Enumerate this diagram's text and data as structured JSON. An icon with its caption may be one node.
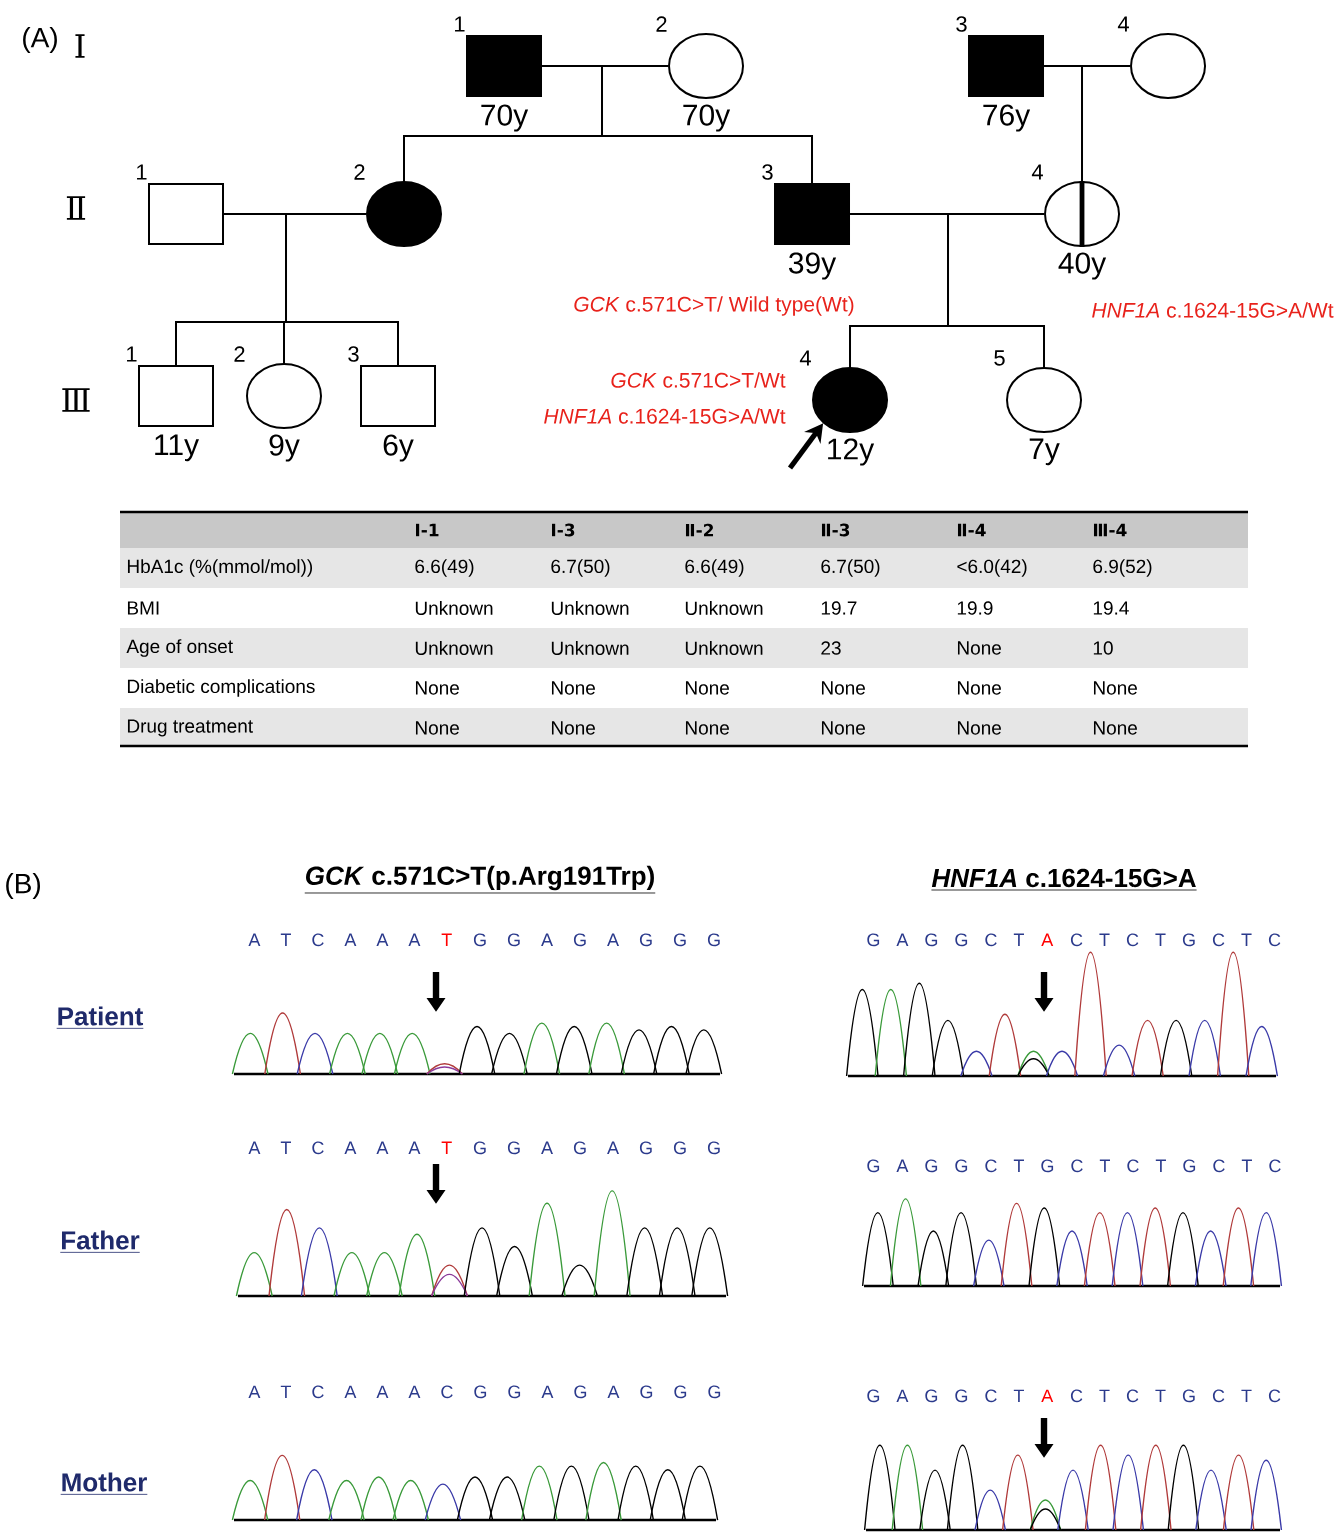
{
  "diagram": {
    "nodes": [
      {
        "text": [],
        "shape": "box",
        "beside": [
          "1",
          "70y"
        ]
      },
      {
        "text": [],
        "shape": "circle",
        "beside": [
          "2",
          "70y"
        ]
      },
      {
        "text": [],
        "shape": "box",
        "beside": [
          "3",
          "76y"
        ]
      },
      {
        "text": [],
        "shape": "circle",
        "beside": [
          "4"
        ]
      },
      {
        "text": [],
        "shape": "box",
        "beside": [
          "1"
        ]
      },
      {
        "text": [],
        "shape": "circle",
        "beside": [
          "2"
        ]
      },
      {
        "text": [],
        "shape": "box",
        "beside": [
          "3",
          "39y",
          "*GCK* c.571C>T/ Wild type(Wt)"
        ]
      },
      {
        "text": [],
        "shape": "circle",
        "beside": [
          "4",
          "40y",
          "*HNF1A* c.1624-15G>A/Wt"
        ]
      },
      {
        "text": [],
        "shape": "box",
        "beside": [
          "1",
          "11y"
        ]
      },
      {
        "text": [],
        "shape": "circle",
        "beside": [
          "2",
          "9y"
        ]
      },
      {
        "text": [],
        "shape": "box",
        "beside": [
          "3",
          "6y"
        ]
      },
      {
        "text": [],
        "shape": "circle",
        "beside": [
          "4",
          "12y",
          "*GCK* c.571C>T/Wt",
          "*HNF1A* c.1624-15G>A/Wt"
        ]
      },
      {
        "text": [],
        "shape": "circle",
        "beside": [
          "5",
          "7y"
        ]
      }
    ],
    "edges": [
      {
        "from": 0,
        "to": 1,
        "arrow": "none"
      },
      {
        "from": 2,
        "to": 3,
        "arrow": "none"
      },
      {
        "from": 4,
        "to": 5,
        "arrow": "none"
      },
      {
        "from": 6,
        "to": 7,
        "arrow": "none"
      },
      {
        "from": 1,
        "to": 5,
        "arrow": "none"
      },
      {
        "from": 1,
        "to": 6,
        "arrow": "none"
      },
      {
        "from": 3,
        "to": 7,
        "arrow": "none"
      },
      {
        "from": 5,
        "to": 8,
        "arrow": "none"
      },
      {
        "from": 5,
        "to": 9,
        "arrow": "none"
      },
      {
        "from": 5,
        "to": 10,
        "arrow": "none"
      },
      {
        "from": 7,
        "to": 11,
        "arrow": "none"
      },
      {
        "from": 7,
        "to": 12,
        "arrow": "none"
      },
      {
        "from": null,
        "to": 11,
        "arrow": "to",
        "style": "thick"
      }
    ],
    "labels": [
      "(A)",
      "Ⅰ",
      "Ⅱ",
      "Ⅲ",
      "Ⅰ-1",
      "Ⅰ-3",
      "Ⅱ-2",
      "Ⅱ-3",
      "Ⅱ-4",
      "Ⅲ-4",
      "HbA1c (%(mmol/mol))",
      "6.6(49)",
      "6.7(50)",
      "6.6(49)",
      "6.7(50)",
      "<6.0(42)",
      "6.9(52)",
      "BMI",
      "Unknown",
      "Unknown",
      "Unknown",
      "19.7",
      "19.9",
      "19.4",
      "Age of onset",
      "Unknown",
      "Unknown",
      "Unknown",
      "23",
      "None",
      "10",
      "Diabetic complications",
      "None",
      "None",
      "None",
      "None",
      "None",
      "None",
      "Drug treatment",
      "None",
      "None",
      "None",
      "None",
      "None",
      "None",
      "(B)",
      "*GCK* c.571C>T(p.Arg191Trp)",
      "*HNF1A* c.1624-15G>A",
      "Patient",
      "A T C A A A",
      "T",
      "G G A G A G G G",
      "G A G G C T",
      "A",
      "C T C T G C T C",
      "Father",
      "A T C A A A",
      "T",
      "G G A G A G G G",
      "G A G G C T G C T C T G C T C",
      "Mother",
      "A T C A A A C G G A G A G G G",
      "G A G G C T",
      "A",
      "C T C T G C T C"
    ]
  }
}
